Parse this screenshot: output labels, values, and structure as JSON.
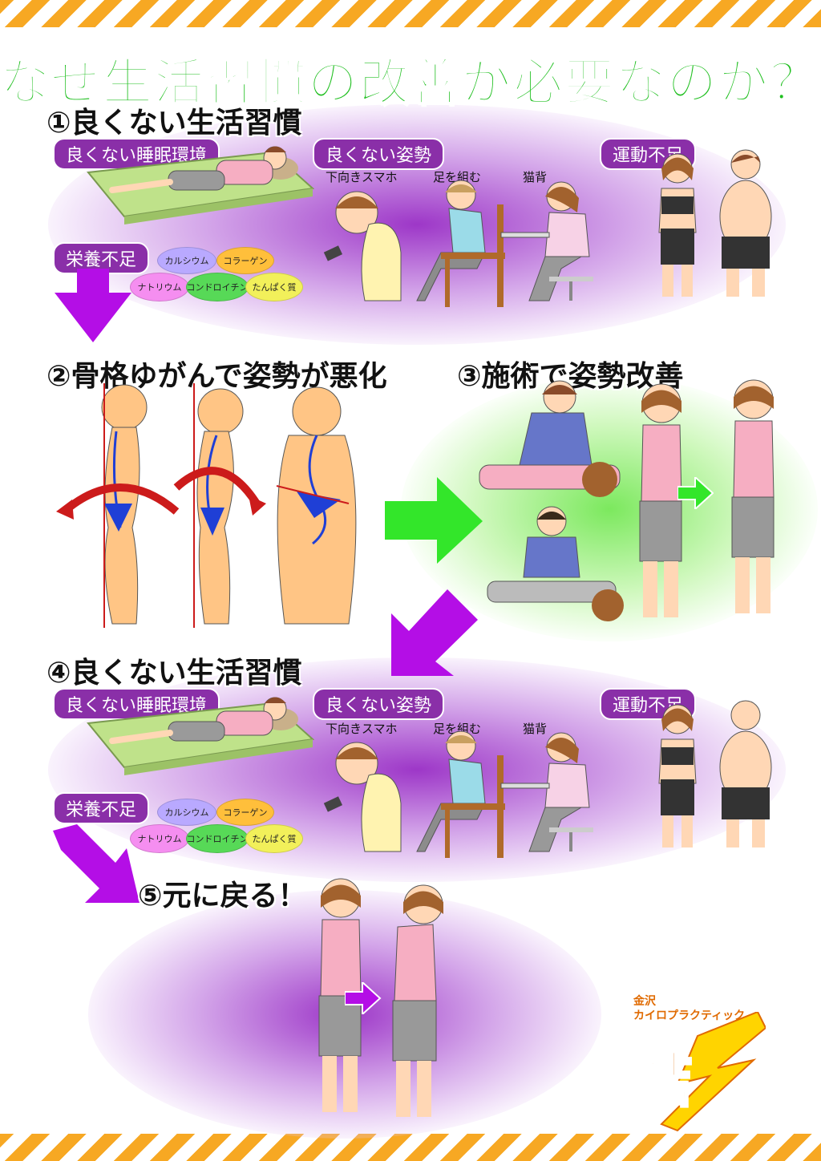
{
  "title": "なぜ生活習慣の改善が必要なのか？",
  "section1": {
    "heading": "①良くない生活習慣",
    "sleep_label": "良くない睡眠環境",
    "posture_label": "良くない姿勢",
    "posture_items": [
      "下向きスマホ",
      "足を組む",
      "猫背"
    ],
    "exercise_label": "運動不足",
    "nutrition_label": "栄養不足",
    "nutrients": [
      "カルシウム",
      "コラーゲン",
      "ナトリウム",
      "コンドロイチン",
      "たんぱく質"
    ]
  },
  "section2": {
    "heading": "②骨格ゆがんで姿勢が悪化"
  },
  "section3": {
    "heading": "③施術で姿勢改善"
  },
  "section4": {
    "heading": "④良くない生活習慣",
    "sleep_label": "良くない睡眠環境",
    "posture_label": "良くない姿勢",
    "posture_items": [
      "下向きスマホ",
      "足を組む",
      "猫背"
    ],
    "exercise_label": "運動不足",
    "nutrition_label": "栄養不足",
    "nutrients": [
      "カルシウム",
      "コラーゲン",
      "ナトリウム",
      "コンドロイチン",
      "たんぱく質"
    ]
  },
  "section5": {
    "heading": "⑤元に戻る！"
  },
  "logo": {
    "line1": "金沢",
    "line2": "カイロプラクティック",
    "mark": "結"
  },
  "colors": {
    "title": "#1fbf1f",
    "label_bg": "#8a2fa8",
    "arrow_purple": "#b40ee6",
    "arrow_green": "#33e62a",
    "stripe": "#f7a823"
  }
}
